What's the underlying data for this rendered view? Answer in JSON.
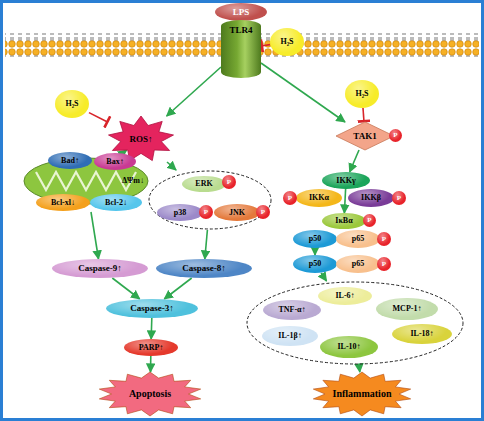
{
  "diagram": {
    "nodes": [
      {
        "text": [
          "LPS"
        ]
      },
      {
        "text": [
          "TLR4"
        ]
      },
      {
        "text": [
          "H₂S"
        ]
      },
      {
        "text": [
          "H₂S"
        ]
      },
      {
        "text": [
          "H₂S"
        ]
      },
      {
        "text": [
          "ROS↑"
        ]
      },
      {
        "text": [
          "TAK1"
        ]
      },
      {
        "text": [
          "P"
        ]
      },
      {
        "text": [
          "ΔΨm↓"
        ]
      },
      {
        "text": [
          "Bad↑"
        ],
        "in": 8
      },
      {
        "text": [
          "Bax↑"
        ],
        "in": 8
      },
      {
        "text": [
          "Bcl-xl↓"
        ],
        "in": 8
      },
      {
        "text": [
          "Bcl-2↓"
        ],
        "in": 8
      },
      {
        "text": [
          "IKKγ"
        ]
      },
      {
        "text": [
          "P"
        ]
      },
      {
        "text": [
          "IKKα"
        ]
      },
      {
        "text": [
          "IKKβ"
        ]
      },
      {
        "text": [
          "P"
        ]
      },
      {
        "text": []
      },
      {
        "text": [
          "ERK"
        ],
        "in": 18
      },
      {
        "text": [
          "P"
        ],
        "in": 18
      },
      {
        "text": [
          "p38"
        ],
        "in": 18
      },
      {
        "text": [
          "P"
        ],
        "in": 18
      },
      {
        "text": [
          "JNK"
        ],
        "in": 18
      },
      {
        "text": [
          "P"
        ],
        "in": 18
      },
      {
        "text": [
          "IκBα"
        ]
      },
      {
        "text": [
          "P"
        ]
      },
      {
        "text": [
          "p50"
        ]
      },
      {
        "text": [
          "p65"
        ]
      },
      {
        "text": [
          "P"
        ]
      },
      {
        "text": [
          "p50"
        ]
      },
      {
        "text": [
          "p65"
        ]
      },
      {
        "text": [
          "P"
        ]
      },
      {
        "text": [
          "Caspase-9↑"
        ]
      },
      {
        "text": [
          "Caspase-8↑"
        ]
      },
      {
        "text": []
      },
      {
        "text": [
          "TNF-α↑"
        ],
        "in": 35
      },
      {
        "text": [
          "IL-6↑"
        ],
        "in": 35
      },
      {
        "text": [
          "MCP-1↑"
        ],
        "in": 35
      },
      {
        "text": [
          "IL-1β↑"
        ],
        "in": 35
      },
      {
        "text": [
          "IL-18↑"
        ],
        "in": 35
      },
      {
        "text": [
          "IL-10↑"
        ],
        "in": 35
      },
      {
        "text": [
          "Caspase-3↑"
        ]
      },
      {
        "text": [
          "PARP↑"
        ]
      },
      {
        "text": [
          "Apoptosis"
        ]
      },
      {
        "text": [
          "Inflammation"
        ]
      }
    ],
    "edges": [
      {
        "from": 2,
        "to": 1,
        "arrow": "to"
      },
      {
        "from": 1,
        "to": 5,
        "arrow": "to"
      },
      {
        "from": 3,
        "to": 5,
        "arrow": "to"
      },
      {
        "from": 1,
        "to": 6,
        "arrow": "to"
      },
      {
        "from": 4,
        "to": 6,
        "arrow": "to"
      },
      {
        "from": 5,
        "to": 8,
        "arrow": "to"
      },
      {
        "from": 5,
        "to": 18,
        "arrow": "to"
      },
      {
        "from": 6,
        "to": 13,
        "arrow": "to"
      },
      {
        "from": 13,
        "to": 25,
        "arrow": "to"
      },
      {
        "from": 27,
        "to": 30,
        "arrow": "to"
      },
      {
        "from": 30,
        "to": 35,
        "arrow": "to"
      },
      {
        "from": 8,
        "to": 33,
        "arrow": "to"
      },
      {
        "from": 18,
        "to": 34,
        "arrow": "to"
      },
      {
        "from": 33,
        "to": 42,
        "arrow": "to"
      },
      {
        "from": 34,
        "to": 42,
        "arrow": "to"
      },
      {
        "from": 42,
        "to": 43,
        "arrow": "to"
      },
      {
        "from": 43,
        "to": 44,
        "arrow": "to"
      },
      {
        "from": 35,
        "to": 45,
        "arrow": "to"
      }
    ]
  }
}
